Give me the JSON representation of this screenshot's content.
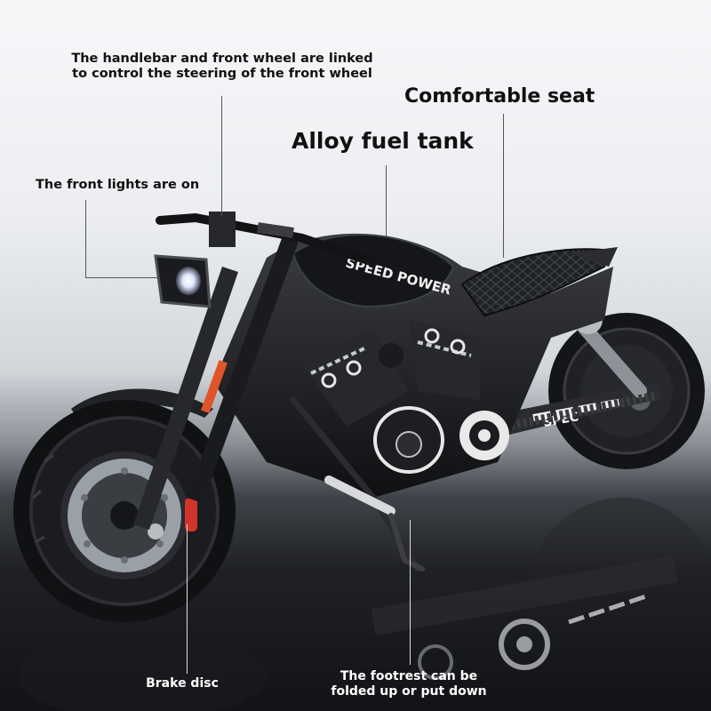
{
  "callouts": {
    "handlebar": "The handlebar and front wheel are linked\nto control the steering of the front wheel",
    "seat": "Comfortable seat",
    "tank": "Alloy fuel tank",
    "lights": "The front lights are on",
    "brake": "Brake disc",
    "footrest": "The footrest can be\nfolded up or put down"
  },
  "tank_lettering": "SPEED POWER",
  "chain_guard_lettering": "SPEC",
  "colors": {
    "background_top": "#f6f7f9",
    "floor": "#121316",
    "body": "#1b1c1f",
    "fork_accent": "#e0542a",
    "caliper": "#d3332b"
  }
}
